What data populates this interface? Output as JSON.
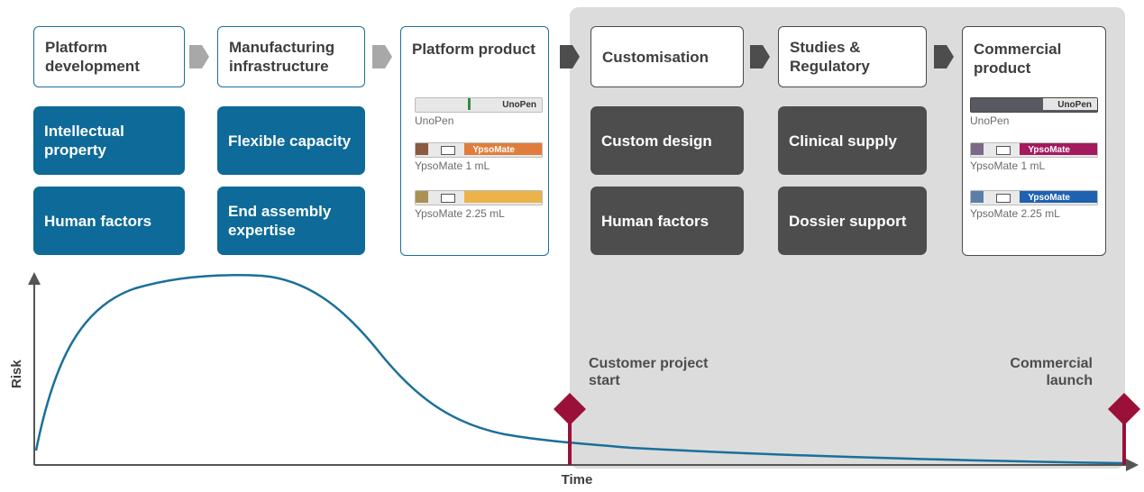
{
  "stages": [
    {
      "label": "Platform development"
    },
    {
      "label": "Manufacturing infrastructure"
    },
    {
      "label": "Platform product"
    },
    {
      "label": "Customisation"
    },
    {
      "label": "Studies & Regulatory"
    },
    {
      "label": "Commercial product"
    }
  ],
  "tiles": {
    "platform_development": [
      "Intellectual property",
      "Human factors"
    ],
    "manufacturing": [
      "Flexible capacity",
      "End assembly expertise"
    ],
    "customisation": [
      "Custom design",
      "Human factors"
    ],
    "studies": [
      "Clinical supply",
      "Dossier support"
    ]
  },
  "platform_products": [
    "UnoPen",
    "YpsoMate 1 mL",
    "YpsoMate 2.25 mL"
  ],
  "commercial_products": [
    "UnoPen",
    "YpsoMate 1 mL",
    "YpsoMate 2.25 mL"
  ],
  "pen_labels": {
    "unopen": "UnoPen",
    "ypsomate": "YpsoMate"
  },
  "axes": {
    "y_label": "Risk",
    "x_label": "Time"
  },
  "milestones": [
    {
      "label": "Customer project start"
    },
    {
      "label": "Commercial launch"
    }
  ],
  "icons": {
    "arrow": "chevron-right-icon",
    "milestone": "diamond-marker-icon"
  },
  "colors": {
    "blue": "#0d6a99",
    "dark": "#4d4d4d",
    "panel": "#dcdcdd",
    "marker": "#9b1038",
    "curve": "#1a6f9a",
    "arrow_light": "#a8a8a8"
  }
}
